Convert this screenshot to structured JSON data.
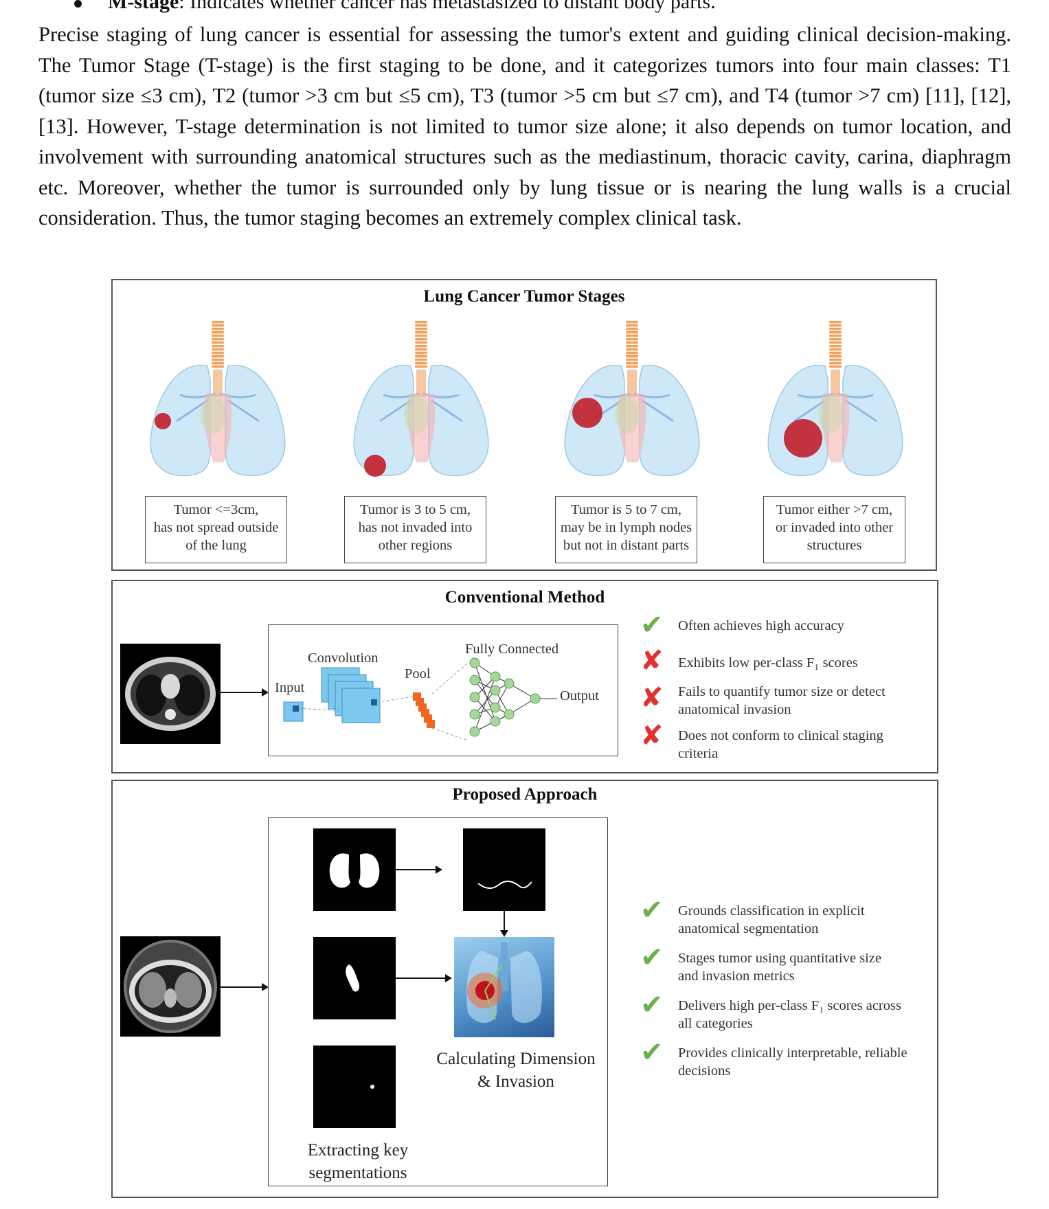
{
  "bullet": {
    "term": "M-stage",
    "text": ": Indicates whether cancer has metastasized to distant body parts."
  },
  "paragraph": "Precise staging of lung cancer is essential for assessing the tumor's extent and guiding clinical decision-making. The Tumor Stage (T-stage) is the first staging to be done, and it categorizes tumors into four main classes: T1 (tumor size ≤3 cm), T2 (tumor >3 cm but ≤5 cm), T3 (tumor >5 cm but ≤7 cm), and T4 (tumor >7 cm) [11], [12], [13]. However, T-stage determination is not limited to tumor size alone; it also depends on tumor location, and involvement with surrounding anatomical structures such as the mediastinum, thoracic cavity, carina, diaphragm etc. Moreover, whether the tumor is surrounded only by lung tissue or is nearing the lung walls is a crucial consideration. Thus, the tumor staging becomes an extremely complex clinical task.",
  "figure": {
    "stages_panel": {
      "title": "Lung Cancer Tumor Stages",
      "stages": [
        {
          "line1": "Tumor <=3cm,",
          "line2": "has not spread outside",
          "line3": "of the lung"
        },
        {
          "line1": "Tumor is 3 to 5 cm,",
          "line2": "has not invaded into",
          "line3": "other regions"
        },
        {
          "line1": "Tumor is 5 to 7 cm,",
          "line2": "may be in lymph nodes",
          "line3": "but not in distant parts"
        },
        {
          "line1": "Tumor either >7 cm,",
          "line2": "or invaded into other",
          "line3": "structures"
        }
      ]
    },
    "conventional_panel": {
      "title": "Conventional Method",
      "labels": {
        "input": "Input",
        "convolution": "Convolution",
        "pool": "Pool",
        "fully_connected": "Fully Connected",
        "output": "Output"
      },
      "points": [
        {
          "mark": "check",
          "line1": "Often achieves high accuracy",
          "line2": ""
        },
        {
          "mark": "cross",
          "line1": "Exhibits low per-class F₁ scores",
          "line2": ""
        },
        {
          "mark": "cross",
          "line1": "Fails to quantify tumor size or detect",
          "line2": "anatomical invasion"
        },
        {
          "mark": "cross",
          "line1": "Does not conform to clinical staging",
          "line2": "criteria"
        }
      ]
    },
    "proposed_panel": {
      "title": "Proposed Approach",
      "caption_left_1": "Extracting key",
      "caption_left_2": "segmentations",
      "caption_right_1": "Calculating Dimension",
      "caption_right_2": "& Invasion",
      "points": [
        {
          "mark": "check",
          "line1": "Grounds classification in explicit",
          "line2": "anatomical segmentation"
        },
        {
          "mark": "check",
          "line1": "Stages tumor using quantitative size",
          "line2": "and invasion metrics"
        },
        {
          "mark": "check",
          "line1": "Delivers high per-class F₁ scores across",
          "line2": "all categories"
        },
        {
          "mark": "check",
          "line1": "Provides clinically interpretable, reliable",
          "line2": "decisions"
        }
      ]
    },
    "colors": {
      "lung": "#cfe8f7",
      "tumor": "#c0121e",
      "check": "#6ab04c",
      "cross": "#e03030",
      "conv": "#7cc8ee",
      "pool": "#f26522",
      "neuron": "#a6d69a"
    }
  }
}
